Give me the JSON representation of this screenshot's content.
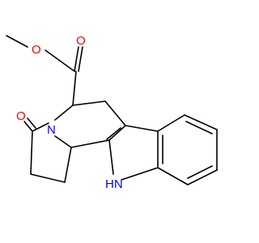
{
  "molecule": {
    "atoms": {
      "ester_o_single": "O",
      "ester_o_double": "O",
      "lactam_o": "O",
      "ring_n": "N",
      "indole_nh": "HN"
    }
  },
  "colors": {
    "oxygen": "#ff0000",
    "nitrogen": "#0000ff",
    "bond": "#000000",
    "background": "#ffffff"
  }
}
